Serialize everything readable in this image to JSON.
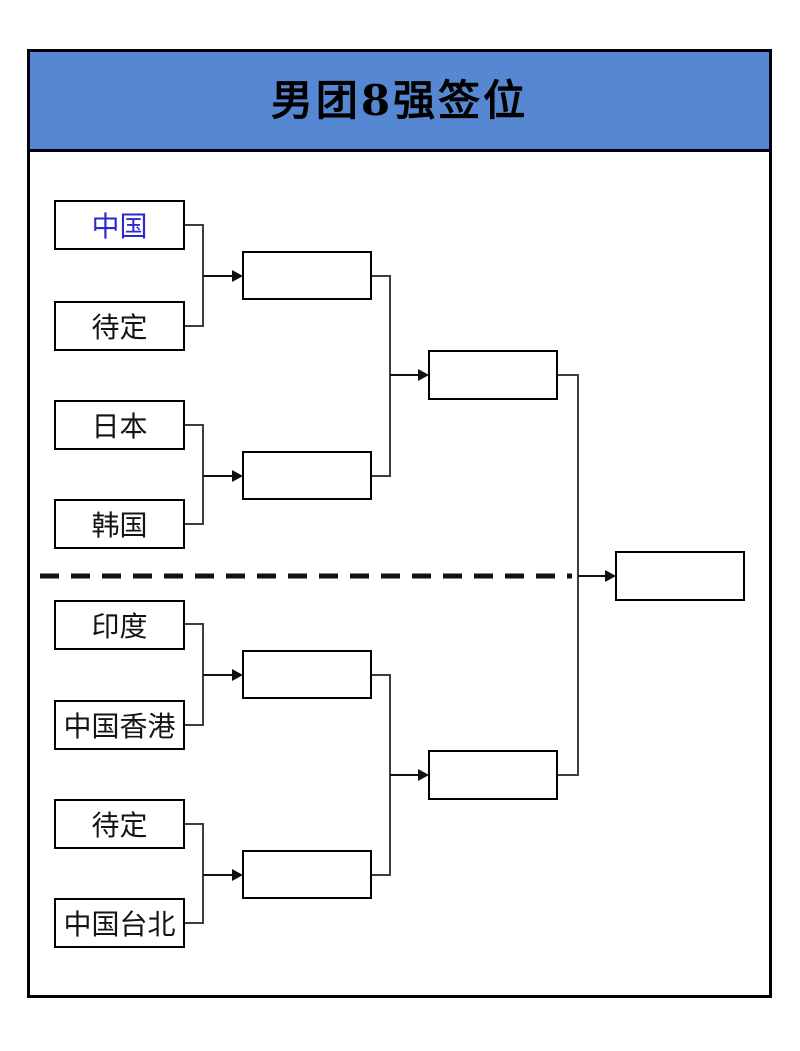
{
  "title": "男团8强签位",
  "colors": {
    "title_bg": "#5587d2",
    "highlight_team": "#2b2bcc",
    "line": "#3d3d3d",
    "divider": "#111111"
  },
  "teams": [
    {
      "label": "中国",
      "highlighted": true
    },
    {
      "label": "待定",
      "highlighted": false
    },
    {
      "label": "日本",
      "highlighted": false
    },
    {
      "label": "韩国",
      "highlighted": false
    },
    {
      "label": "印度",
      "highlighted": false
    },
    {
      "label": "中国香港",
      "highlighted": false
    },
    {
      "label": "待定",
      "highlighted": false
    },
    {
      "label": "中国台北",
      "highlighted": false
    }
  ],
  "quarterfinal_winners": [
    "",
    "",
    "",
    ""
  ],
  "semifinal_winners": [
    "",
    ""
  ],
  "champion": ""
}
